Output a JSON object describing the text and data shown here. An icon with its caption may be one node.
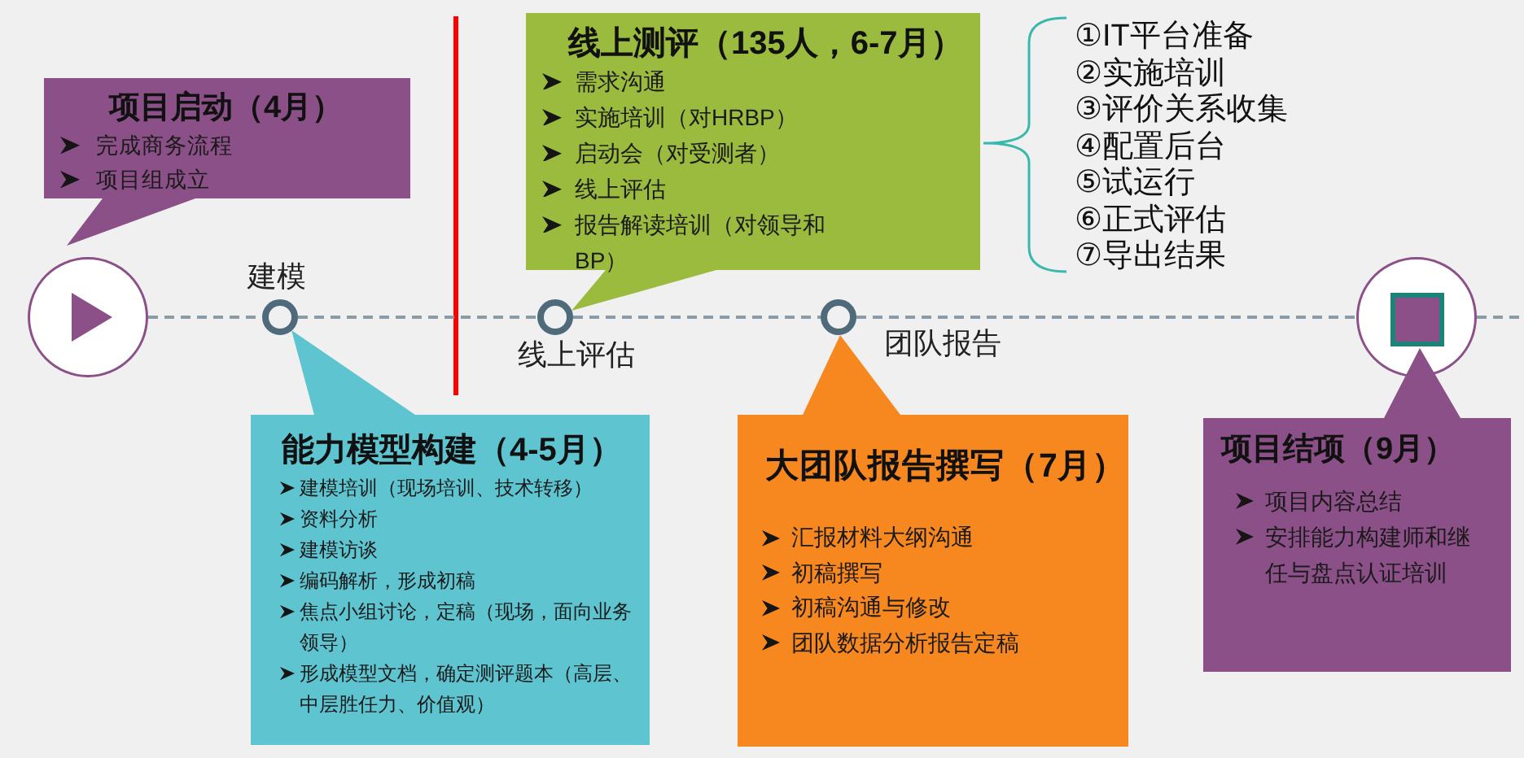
{
  "diagram": {
    "nodes": [
      {
        "text": [
          "项目启动（4月）",
          "完成商务流程",
          "项目组成立"
        ]
      },
      {
        "text": [],
        "shape": "circle"
      },
      {
        "text": [],
        "shape": "triangle",
        "in": 1
      },
      {
        "text": [],
        "shape": "ring",
        "beside": [
          "建模"
        ]
      },
      {
        "text": [
          "线上测评（135人，6-7月）",
          "需求沟通",
          "实施培训（对HRBP）",
          "启动会（对受测者）",
          "线上评估",
          "报告解读培训（对领导和BP）"
        ]
      },
      {
        "text": [],
        "shape": "ring",
        "beside": [
          "线上评估"
        ]
      },
      {
        "text": [],
        "shape": "ring"
      },
      {
        "text": [],
        "shape": "circle"
      },
      {
        "text": [],
        "shape": "box",
        "in": 7
      },
      {
        "text": [
          "能力模型构建（4-5月）",
          "建模培训（现场培训、技术转移）",
          "资料分析",
          "建模访谈",
          "编码解析，形成初稿",
          "焦点小组讨论，定稿（现场，面向业务领导）",
          "形成模型文档，确定测评题本（高层、中层胜任力、价值观）"
        ]
      },
      {
        "text": [
          "大团队报告撰写（7月）",
          "汇报材料大纲沟通",
          "初稿撰写",
          "初稿沟通与修改",
          "团队数据分析报告定稿"
        ]
      },
      {
        "text": [
          "项目结项（9月）",
          "项目内容总结",
          "安排能力构建师和继任与盘点认证培训"
        ]
      }
    ],
    "edges": [
      {
        "from": 1,
        "to": 3,
        "arrow": "none",
        "style": "dashed"
      },
      {
        "from": 3,
        "to": 5,
        "arrow": "none",
        "style": "dashed"
      },
      {
        "from": 5,
        "to": 6,
        "arrow": "none",
        "style": "dashed"
      },
      {
        "from": 6,
        "to": 7,
        "arrow": "none",
        "style": "dashed"
      },
      {
        "from": 7,
        "to": null,
        "arrow": "none",
        "style": "dashed"
      }
    ],
    "labels": [
      "①IT平台准备",
      "②实施培训",
      "③评价关系收集",
      "④配置后台",
      "⑤试运行",
      "⑥正式评估",
      "⑦导出结果",
      "团队报告"
    ]
  }
}
